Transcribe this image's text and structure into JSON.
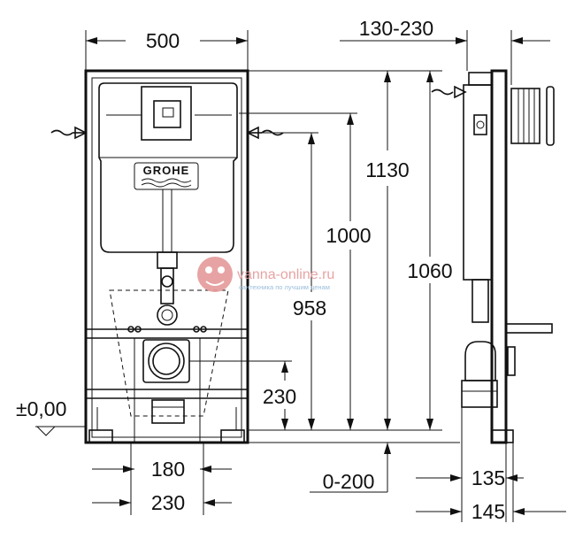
{
  "diagram": {
    "dimensions": {
      "frame_width": "500",
      "depth_range": "130-230",
      "total_height": "1130",
      "height_1060": "1060",
      "height_1000": "1000",
      "height_958": "958",
      "height_230": "230",
      "spacing_180": "180",
      "spacing_230": "230",
      "floor_adjust": "0-200",
      "zero_level": "±0,00",
      "depth_135": "135",
      "depth_145": "145"
    },
    "brand": {
      "logo_text": "GROHE"
    },
    "watermark": {
      "site": "vanna-online.ru",
      "tagline": "сантехника по лучшим ценам",
      "accent_color": "#e59a9a",
      "secondary_color": "#8fb6d8"
    }
  }
}
